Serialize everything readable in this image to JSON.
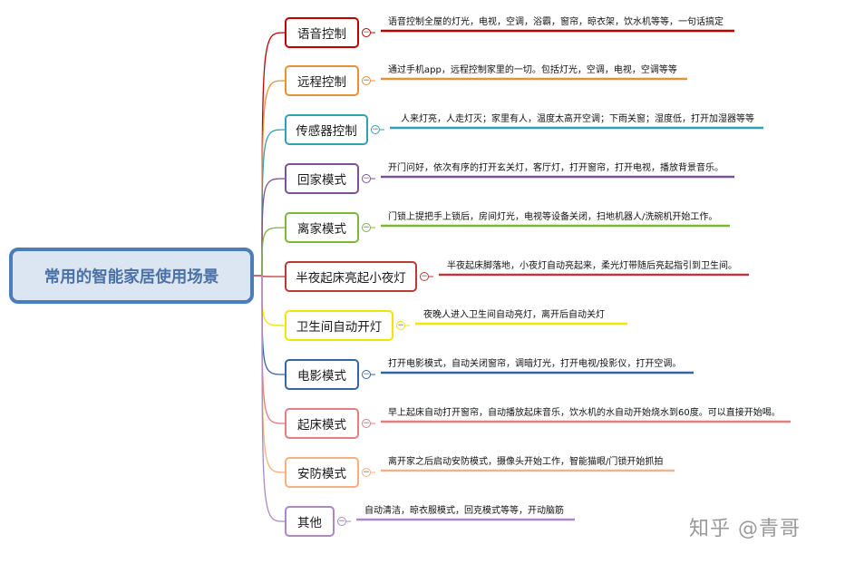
{
  "central": {
    "label": "常用的智能家居使用场景",
    "color": "#4a7ebb"
  },
  "branches": [
    {
      "label": "语音控制",
      "color": "#c00000",
      "desc": "语音控制全屋的灯光，电视，空调，浴霸，窗帘，晾衣架，饮水机等等，一句话搞定"
    },
    {
      "label": "远程控制",
      "color": "#e69138",
      "desc": "通过手机app，远程控制家里的一切。包括灯光，空调，电视，空调等等"
    },
    {
      "label": "传感器控制",
      "color": "#31a0b5",
      "desc": "人来灯亮，人走灯灭；家里有人，温度太高开空调；下雨关窗；湿度低，打开加湿器等等"
    },
    {
      "label": "回家模式",
      "color": "#7c5295",
      "desc": "开门问好，依次有序的打开玄关灯，客厅灯，打开窗帘，打开电视，播放背景音乐。"
    },
    {
      "label": "离家模式",
      "color": "#7db53f",
      "desc": "门锁上提把手上锁后，房间灯光，电视等设备关闭，扫地机器人/洗碗机开始工作。"
    },
    {
      "label": "半夜起床亮起小夜灯",
      "color": "#b83a3a",
      "desc": "半夜起床脚落地，小夜灯自动亮起来，柔光灯带随后亮起指引到卫生间。"
    },
    {
      "label": "卫生间自动开灯",
      "color": "#f2e500",
      "desc": "夜晚人进入卫生间自动亮灯，离开后自动关灯"
    },
    {
      "label": "电影模式",
      "color": "#3464a3",
      "desc": "打开电影模式，自动关闭窗帘，调暗灯光，打开电视/投影仪，打开空调。"
    },
    {
      "label": "起床模式",
      "color": "#e08080",
      "desc": "早上起床自动打开窗帘，自动播放起床音乐，饮水机的水自动开始烧水到60度。可以直接开始喝。"
    },
    {
      "label": "安防模式",
      "color": "#f4b183",
      "desc": "离开家之后启动安防模式，摄像头开始工作，智能猫眼/门锁开始抓拍"
    },
    {
      "label": "其他",
      "color": "#a989c5",
      "desc": "自动清洁，晾衣服模式，回克模式等等，开动脑筋"
    }
  ],
  "collapse_symbol": "−",
  "watermark": "知乎 @青哥"
}
